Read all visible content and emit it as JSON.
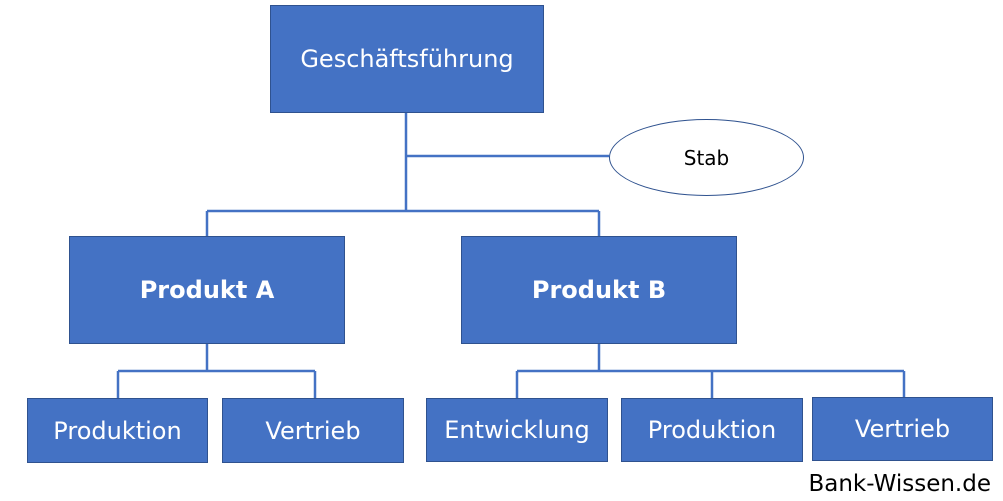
{
  "diagram": {
    "top": {
      "label": "Geschäftsführung"
    },
    "staff": {
      "label": "Stab"
    },
    "products": [
      {
        "label": "Produkt A",
        "departments": [
          "Produktion",
          "Vertrieb"
        ]
      },
      {
        "label": "Produkt B",
        "departments": [
          "Entwicklung",
          "Produktion",
          "Vertrieb"
        ]
      }
    ],
    "colors": {
      "box_fill": "#4472c4",
      "box_border": "#2f528f",
      "connector": "#4472c4"
    }
  },
  "watermark": "Bank-Wissen.de"
}
